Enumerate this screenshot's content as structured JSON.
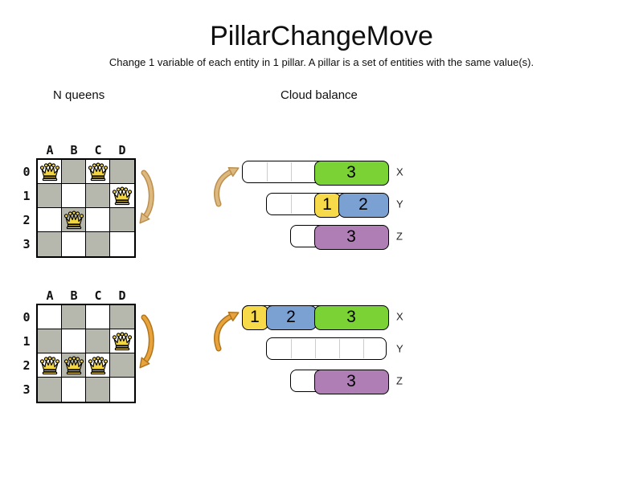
{
  "title": "PillarChangeMove",
  "subtitle": "Change 1 variable of each entity in 1 pillar. A pillar is a set of entities with the same value(s).",
  "sections": {
    "left_label": "N queens",
    "right_label": "Cloud balance"
  },
  "colors": {
    "block_green": "#7bd235",
    "block_yellow": "#f6da4a",
    "block_blue": "#7aa1d2",
    "block_purple": "#ae7eb5",
    "board_gray": "#b6b8ae",
    "board_white": "#ffffff",
    "queen_yellow": "#f2d53f",
    "arrow_tan_fill": "#ddb87f",
    "arrow_tan_border": "#bc8f4e",
    "arrow_orange_fill": "#e8a33c",
    "arrow_orange_border": "#b0751c"
  },
  "boards": [
    {
      "name": "nqueens-before",
      "columns": [
        "A",
        "B",
        "C",
        "D"
      ],
      "rows": [
        "0",
        "1",
        "2",
        "3"
      ],
      "queens": [
        {
          "row": 0,
          "col": 0
        },
        {
          "row": 0,
          "col": 2
        },
        {
          "row": 1,
          "col": 3
        },
        {
          "row": 2,
          "col": 1
        }
      ]
    },
    {
      "name": "nqueens-after",
      "columns": [
        "A",
        "B",
        "C",
        "D"
      ],
      "rows": [
        "0",
        "1",
        "2",
        "3"
      ],
      "queens": [
        {
          "row": 1,
          "col": 3
        },
        {
          "row": 2,
          "col": 0
        },
        {
          "row": 2,
          "col": 1
        },
        {
          "row": 2,
          "col": 2
        }
      ]
    }
  ],
  "bar_groups": [
    {
      "name": "cloud-balance-before",
      "bars": [
        {
          "label": "X",
          "cells": 6,
          "blocks": [
            {
              "value": "3",
              "start": 3,
              "span": 3,
              "color": "block_green"
            }
          ]
        },
        {
          "label": "Y",
          "cells": 5,
          "blocks": [
            {
              "value": "1",
              "start": 2,
              "span": 1,
              "color": "block_yellow"
            },
            {
              "value": "2",
              "start": 3,
              "span": 2,
              "color": "block_blue"
            }
          ]
        },
        {
          "label": "Z",
          "cells": 4,
          "blocks": [
            {
              "value": "3",
              "start": 1,
              "span": 3,
              "color": "block_purple"
            }
          ]
        }
      ]
    },
    {
      "name": "cloud-balance-after",
      "bars": [
        {
          "label": "X",
          "cells": 6,
          "blocks": [
            {
              "value": "1",
              "start": 0,
              "span": 1,
              "color": "block_yellow"
            },
            {
              "value": "2",
              "start": 1,
              "span": 2,
              "color": "block_blue"
            },
            {
              "value": "3",
              "start": 3,
              "span": 3,
              "color": "block_green"
            }
          ]
        },
        {
          "label": "Y",
          "cells": 5,
          "blocks": []
        },
        {
          "label": "Z",
          "cells": 4,
          "blocks": [
            {
              "value": "3",
              "start": 1,
              "span": 3,
              "color": "block_purple"
            }
          ]
        }
      ]
    }
  ],
  "arrows": [
    {
      "name": "nqueens-before-change-arrow",
      "direction": "down",
      "fill": "arrow_tan_fill",
      "border": "arrow_tan_border"
    },
    {
      "name": "cloud-before-change-arrow",
      "direction": "up",
      "fill": "arrow_tan_fill",
      "border": "arrow_tan_border"
    },
    {
      "name": "nqueens-after-change-arrow",
      "direction": "down",
      "fill": "arrow_orange_fill",
      "border": "arrow_orange_border"
    },
    {
      "name": "cloud-after-change-arrow",
      "direction": "up",
      "fill": "arrow_orange_fill",
      "border": "arrow_orange_border"
    }
  ]
}
